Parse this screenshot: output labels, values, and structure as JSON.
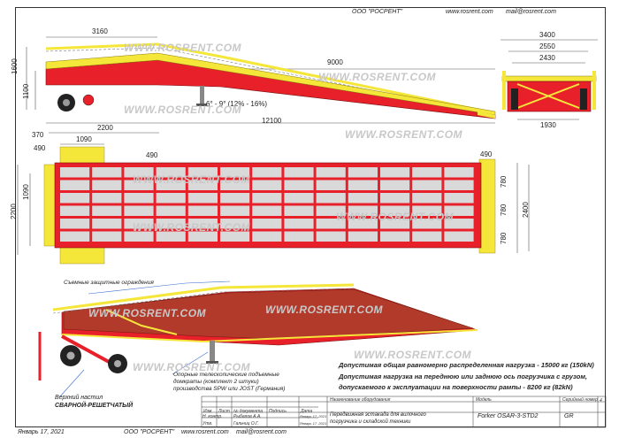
{
  "header": {
    "company": "ООО \"РОСРЕНТ\"",
    "website": "www.rosrent.com",
    "email": "mail@rosrent.com"
  },
  "watermark": "WWW.ROSRENT.COM",
  "side_view": {
    "dim_3160": "3160",
    "dim_9000": "9000",
    "dim_12100": "12100",
    "dim_1600": "1600",
    "dim_1100": "1100",
    "angle": "6° - 9° (12% - 16%)"
  },
  "front_view": {
    "dim_3400": "3400",
    "dim_2550": "2550",
    "dim_2430": "2430",
    "dim_1930": "1930"
  },
  "top_view": {
    "dim_370": "370",
    "dim_2200_top": "2200",
    "dim_1090_top": "1090",
    "dim_490_a": "490",
    "dim_490_b": "490",
    "dim_490_c": "490",
    "dim_2200_left": "2200",
    "dim_1090_left": "1090",
    "dim_780_a": "780",
    "dim_780_b": "780",
    "dim_780_c": "780",
    "dim_2400": "2400"
  },
  "iso_view": {
    "guards_label": "Съемные защитные ограждения",
    "legs_label_1": "Опорные телескопические подъемные",
    "legs_label_2": "домкраты (комплект 2 штуки)",
    "legs_label_3": "производства SPW или JOST (Германия)",
    "deck_label_1": "Верхний настил",
    "deck_label_2": "СВАРНОЙ-РЕШЕТЧАТЫЙ"
  },
  "specs": {
    "line1": "Допустимая общая равномерно распределенная нагрузка - 15000 кг (150kN)",
    "line2": "Допустимая нагрузка на переднюю или заднюю ось погрузчика с грузом,",
    "line3": "допускаемого к эксплуатации на поверхности рампы - 8200 кг (82kN)"
  },
  "title_block": {
    "col_change": "Изм",
    "col_sheet": "Лист",
    "col_docno": "№ документа",
    "col_sign": "Подпись",
    "col_date": "Дата",
    "row_check": "Н. контр.",
    "row_appr": "Утв.",
    "check_name": "Рыбалов А.А.",
    "appr_name": "Гальчиц О.Г.",
    "check_date": "Январь 17, 2021",
    "appr_date": "Январь 17, 2021",
    "name_caption": "Наименование оборудования",
    "name_line1": "Передвижная эстакада для вилочного",
    "name_line2": "погрузчика и складской техники",
    "model_caption": "Модель",
    "model": "Forker OSAR-3-STD2",
    "serial_caption": "Серийный номер",
    "serial": "GR",
    "page_num": "4"
  },
  "footer": {
    "date": "Январь 17, 2021",
    "company": "ООО \"РОСРЕНТ\"",
    "website": "www.rosrent.com",
    "email": "mail@rosrent.com"
  },
  "colors": {
    "frame_red": "#e8202a",
    "deck_yellow": "#f5e63a",
    "deck_grey": "#d9d9d9",
    "iso_deck": "#b23a2a",
    "line_blue": "#3a6fd0"
  }
}
